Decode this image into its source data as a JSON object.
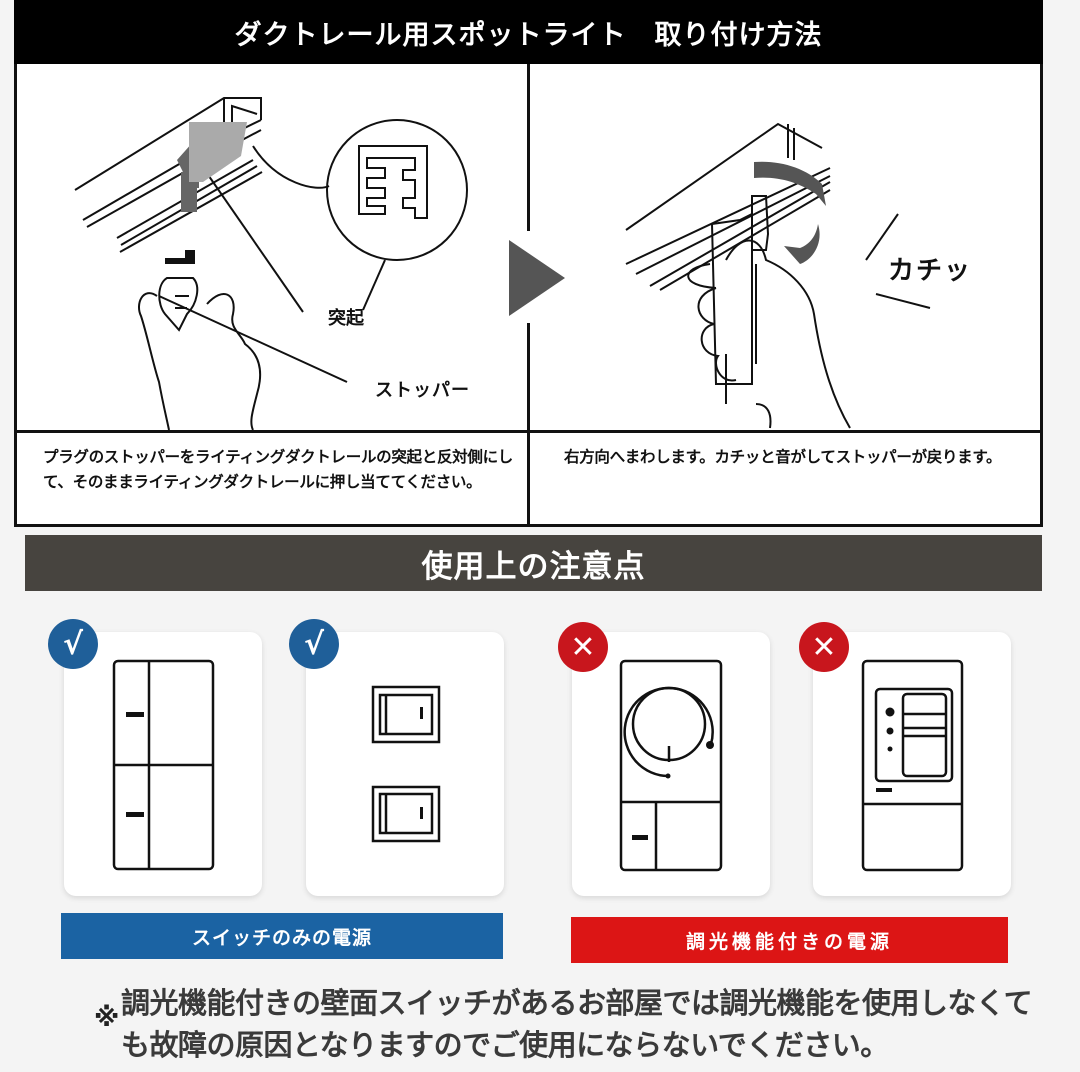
{
  "installation": {
    "title": "ダクトレール用スポットライト　取り付け方法",
    "steps": [
      {
        "callouts": {
          "protrusion": "突起",
          "stopper": "ストッパー"
        },
        "text": "プラグのストッパーをライティングダクトレールの突起と反対側にして、そのままライティングダクトレールに押し当ててください。"
      },
      {
        "sound_effect": "カチッ",
        "text": "右方向へまわします。カチッと音がしてストッパーが戻ります。"
      }
    ],
    "next_icon": "play-triangle-icon"
  },
  "cautions": {
    "title": "使用上の注意点",
    "ok_group": {
      "badge_icon": "check-icon",
      "badge_glyph": "√",
      "color": "#1b63a3",
      "label": "スイッチのみの電源",
      "cards": [
        "two-gang-wide-switch",
        "two-rocker-switch"
      ]
    },
    "ng_group": {
      "badge_icon": "cross-icon",
      "badge_glyph": "✕",
      "color": "#dc1515",
      "label": "調光機能付きの電源",
      "cards": [
        "rotary-dimmer-switch",
        "slide-dimmer-switch"
      ]
    },
    "note_mark": "※",
    "note": "調光機能付きの壁面スイッチがあるお部屋では調光機能を使用しなくても故障の原因となりますのでご使用にならないでください。"
  }
}
